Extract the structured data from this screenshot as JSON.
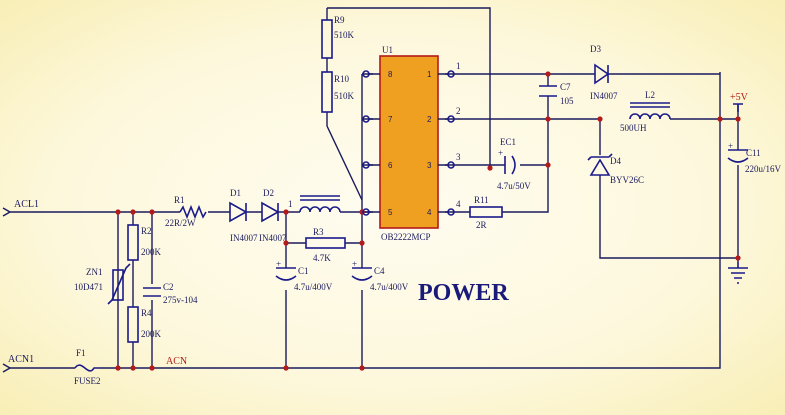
{
  "title": "POWER",
  "nets": {
    "acl1": "ACL1",
    "acn1": "ACN1",
    "acn": "ACN",
    "vout": "+5V"
  },
  "ic": {
    "name": "OB2222MCP",
    "ref": "U1",
    "pins": {
      "p1": "1",
      "p2": "2",
      "p3": "3",
      "p4": "4",
      "p5": "5",
      "p6": "6",
      "p7": "7",
      "p8": "8"
    }
  },
  "components": {
    "r1": {
      "ref": "R1",
      "value": "22R/2W"
    },
    "r2": {
      "ref": "R2",
      "value": "200K"
    },
    "r3": {
      "ref": "R3",
      "value": "4.7K"
    },
    "r4": {
      "ref": "R4",
      "value": "200K"
    },
    "r9": {
      "ref": "R9",
      "value": "510K"
    },
    "r10": {
      "ref": "R10",
      "value": "510K"
    },
    "r11": {
      "ref": "R11",
      "value": "2R"
    },
    "d1": {
      "ref": "D1",
      "value": "IN4007"
    },
    "d2": {
      "ref": "D2",
      "value": "IN4007"
    },
    "d3": {
      "ref": "D3",
      "value": "IN4007"
    },
    "d4": {
      "ref": "D4",
      "value": "BYV26C"
    },
    "zn1": {
      "ref": "ZN1",
      "value": "10D471"
    },
    "c1": {
      "ref": "C1",
      "value": "4.7u/400V"
    },
    "c2": {
      "ref": "C2",
      "value": "275v-104"
    },
    "c4": {
      "ref": "C4",
      "value": "4.7u/400V"
    },
    "c7": {
      "ref": "C7",
      "value": "105"
    },
    "c11": {
      "ref": "C11",
      "value": "220u/16V"
    },
    "ec1": {
      "ref": "EC1",
      "value": "4.7u/50V"
    },
    "l2": {
      "ref": "L2",
      "value": "500UH"
    },
    "f1": {
      "ref": "F1",
      "value": "FUSE2"
    },
    "node1": "1",
    "node2": "2",
    "node3": "3",
    "node4": "4",
    "node5": "1"
  }
}
